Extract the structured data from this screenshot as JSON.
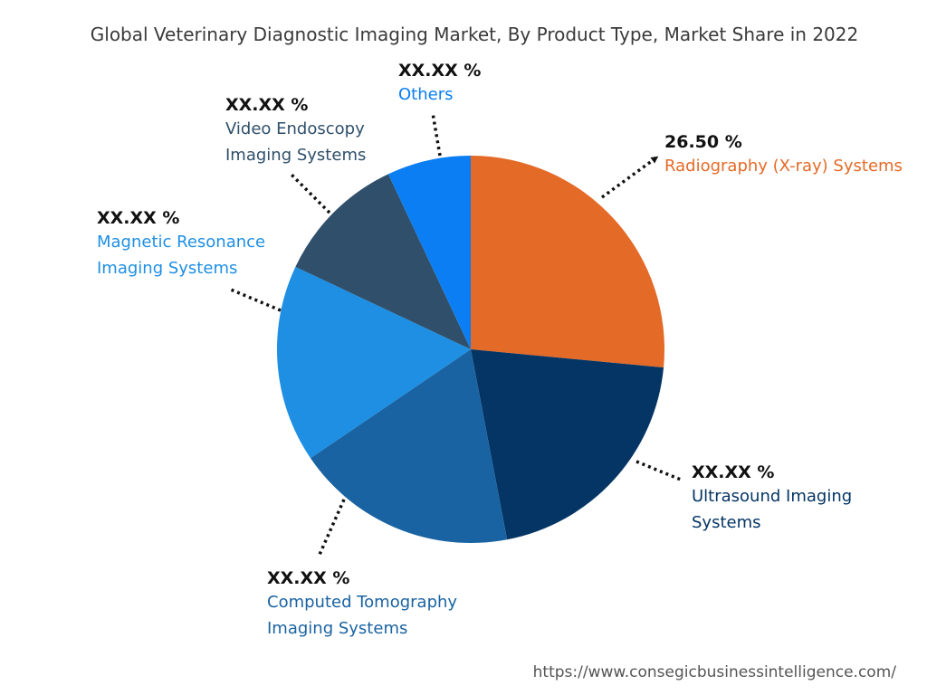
{
  "chart_data": {
    "type": "pie",
    "title": "Global  Veterinary Diagnostic Imaging Market, By Product Type, Market Share in 2022",
    "slices": [
      {
        "name": "Radiography (X-ray) Systems",
        "name_lines": [
          "Radiography (X-ray) Systems"
        ],
        "value_label": "26.50 %",
        "share": 0.265,
        "color": "#E46A27"
      },
      {
        "name": "Ultrasound Imaging Systems",
        "name_lines": [
          "Ultrasound Imaging",
          "Systems"
        ],
        "value_label": "XX.XX %",
        "share": 0.205,
        "color": "#053565"
      },
      {
        "name": "Computed Tomography Imaging Systems",
        "name_lines": [
          "Computed Tomography",
          "Imaging Systems"
        ],
        "value_label": "XX.XX %",
        "share": 0.185,
        "color": "#1A63A2"
      },
      {
        "name": "Magnetic Resonance Imaging Systems",
        "name_lines": [
          "Magnetic Resonance",
          "Imaging Systems"
        ],
        "value_label": "XX.XX %",
        "share": 0.165,
        "color": "#1E8FE3"
      },
      {
        "name": "Video Endoscopy Imaging Systems",
        "name_lines": [
          "Video Endoscopy",
          "Imaging Systems"
        ],
        "value_label": "XX.XX %",
        "share": 0.11,
        "color": "#2F4F6A"
      },
      {
        "name": "Others",
        "name_lines": [
          "Others"
        ],
        "value_label": "XX.XX %",
        "share": 0.07,
        "color": "#0A7EF2"
      }
    ]
  },
  "source_text": "https://www.consegicbusinessintelligence.com/"
}
